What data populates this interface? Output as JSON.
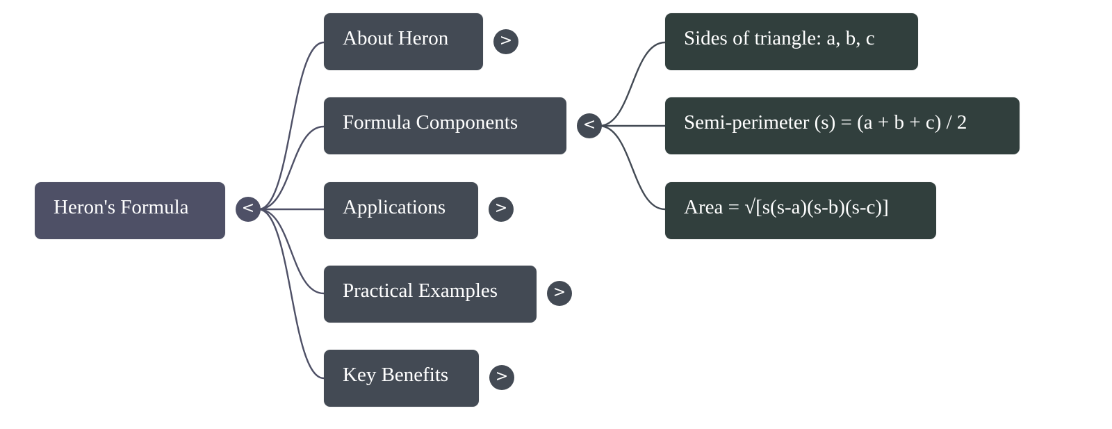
{
  "diagram": {
    "type": "mind-map",
    "colors": {
      "root": "#4e5066",
      "level1": "#434a54",
      "level2": "#313f3d",
      "link": "#4e5066",
      "text": "#ffffff"
    },
    "root": {
      "label": "Heron's Formula",
      "toggle": "<",
      "toggle_icon": "collapse-icon",
      "expanded": true
    },
    "children": [
      {
        "label": "About Heron",
        "toggle": ">",
        "toggle_icon": "expand-icon",
        "expanded": false
      },
      {
        "label": "Formula Components",
        "toggle": "<",
        "toggle_icon": "collapse-icon",
        "expanded": true,
        "children": [
          {
            "label": "Sides of triangle: a, b, c"
          },
          {
            "label": "Semi-perimeter (s) = (a + b + c) / 2"
          },
          {
            "label": "Area = √[s(s-a)(s-b)(s-c)]"
          }
        ]
      },
      {
        "label": "Applications",
        "toggle": ">",
        "toggle_icon": "expand-icon",
        "expanded": false
      },
      {
        "label": "Practical Examples",
        "toggle": ">",
        "toggle_icon": "expand-icon",
        "expanded": false
      },
      {
        "label": "Key Benefits",
        "toggle": ">",
        "toggle_icon": "expand-icon",
        "expanded": false
      }
    ]
  }
}
